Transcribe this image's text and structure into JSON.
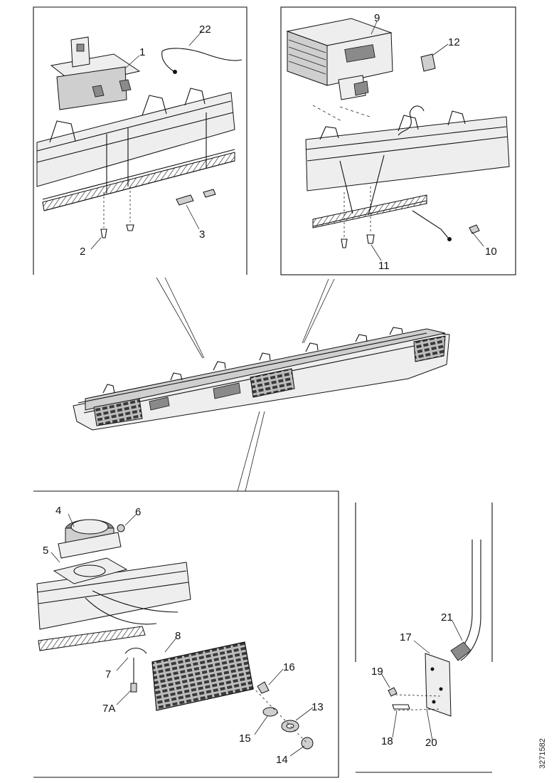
{
  "figure_code": "3271582",
  "callouts": {
    "c1": "1",
    "c2": "2",
    "c3": "3",
    "c4": "4",
    "c5": "5",
    "c6": "6",
    "c7": "7",
    "c7a": "7A",
    "c8": "8",
    "c9": "9",
    "c10": "10",
    "c11": "11",
    "c12": "12",
    "c13": "13",
    "c14": "14",
    "c15": "15",
    "c16": "16",
    "c17": "17",
    "c18": "18",
    "c19": "19",
    "c20": "20",
    "c21": "21",
    "c22": "22"
  }
}
